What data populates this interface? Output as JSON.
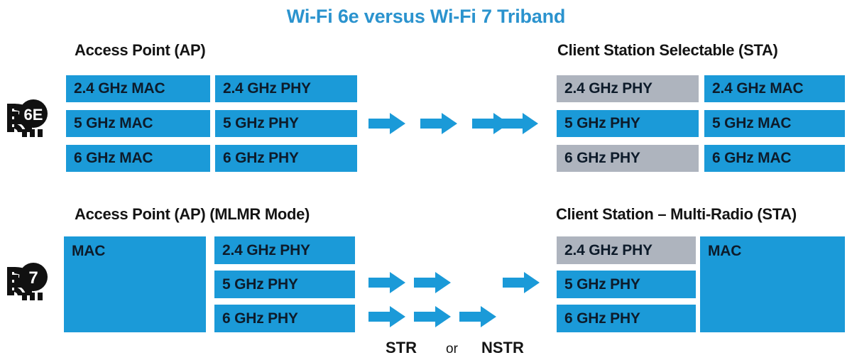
{
  "title": "Wi-Fi 6e versus Wi-Fi 7 Triband",
  "accent_blue": "#1b9ad8",
  "title_blue": "#2b93ce",
  "inactive_gray": "#aeb4be",
  "badges": [
    {
      "name": "wifi-6e-badge",
      "label": "6E"
    },
    {
      "name": "wifi-7-badge",
      "label": "7"
    }
  ],
  "sections": [
    {
      "id": "wifi6e",
      "badge_label": "6E",
      "left_heading": "Access Point (AP)",
      "right_heading": "Client Station Selectable (STA)",
      "left_col_a": [
        {
          "label": "2.4 GHz MAC",
          "state": "active"
        },
        {
          "label": "5 GHz MAC",
          "state": "active"
        },
        {
          "label": "6 GHz MAC",
          "state": "active"
        }
      ],
      "left_col_b": [
        {
          "label": "2.4 GHz PHY",
          "state": "active"
        },
        {
          "label": "5 GHz PHY",
          "state": "active"
        },
        {
          "label": "6 GHz PHY",
          "state": "active"
        }
      ],
      "right_col_a": [
        {
          "label": "2.4 GHz PHY",
          "state": "inactive"
        },
        {
          "label": "5 GHz PHY",
          "state": "active"
        },
        {
          "label": "6 GHz PHY",
          "state": "inactive"
        }
      ],
      "right_col_b": [
        {
          "label": "2.4 GHz MAC",
          "state": "active"
        },
        {
          "label": "5 GHz MAC",
          "state": "active"
        },
        {
          "label": "6 GHz MAC",
          "state": "active"
        }
      ],
      "arrow_rows": [
        {
          "arrows": [
            true,
            true,
            true,
            true
          ]
        }
      ]
    },
    {
      "id": "wifi7",
      "badge_label": "7",
      "left_heading": "Access Point (AP) (MLMR Mode)",
      "right_heading": "Client Station – Multi-Radio (STA)",
      "left_mac": {
        "label": "MAC",
        "state": "active"
      },
      "left_phy": [
        {
          "label": "2.4 GHz PHY",
          "state": "active"
        },
        {
          "label": "5 GHz PHY",
          "state": "active"
        },
        {
          "label": "6 GHz PHY",
          "state": "active"
        }
      ],
      "right_phy": [
        {
          "label": "2.4 GHz PHY",
          "state": "inactive"
        },
        {
          "label": "5 GHz PHY",
          "state": "active"
        },
        {
          "label": "6 GHz PHY",
          "state": "active"
        }
      ],
      "right_mac": {
        "label": "MAC",
        "state": "active"
      },
      "arrow_rows": [
        {
          "arrows": [
            true,
            true,
            false,
            true
          ]
        },
        {
          "arrows": [
            true,
            true,
            true,
            false
          ]
        }
      ],
      "mode_labels": {
        "str": "STR",
        "or": "or",
        "nstr": "NSTR"
      }
    }
  ]
}
